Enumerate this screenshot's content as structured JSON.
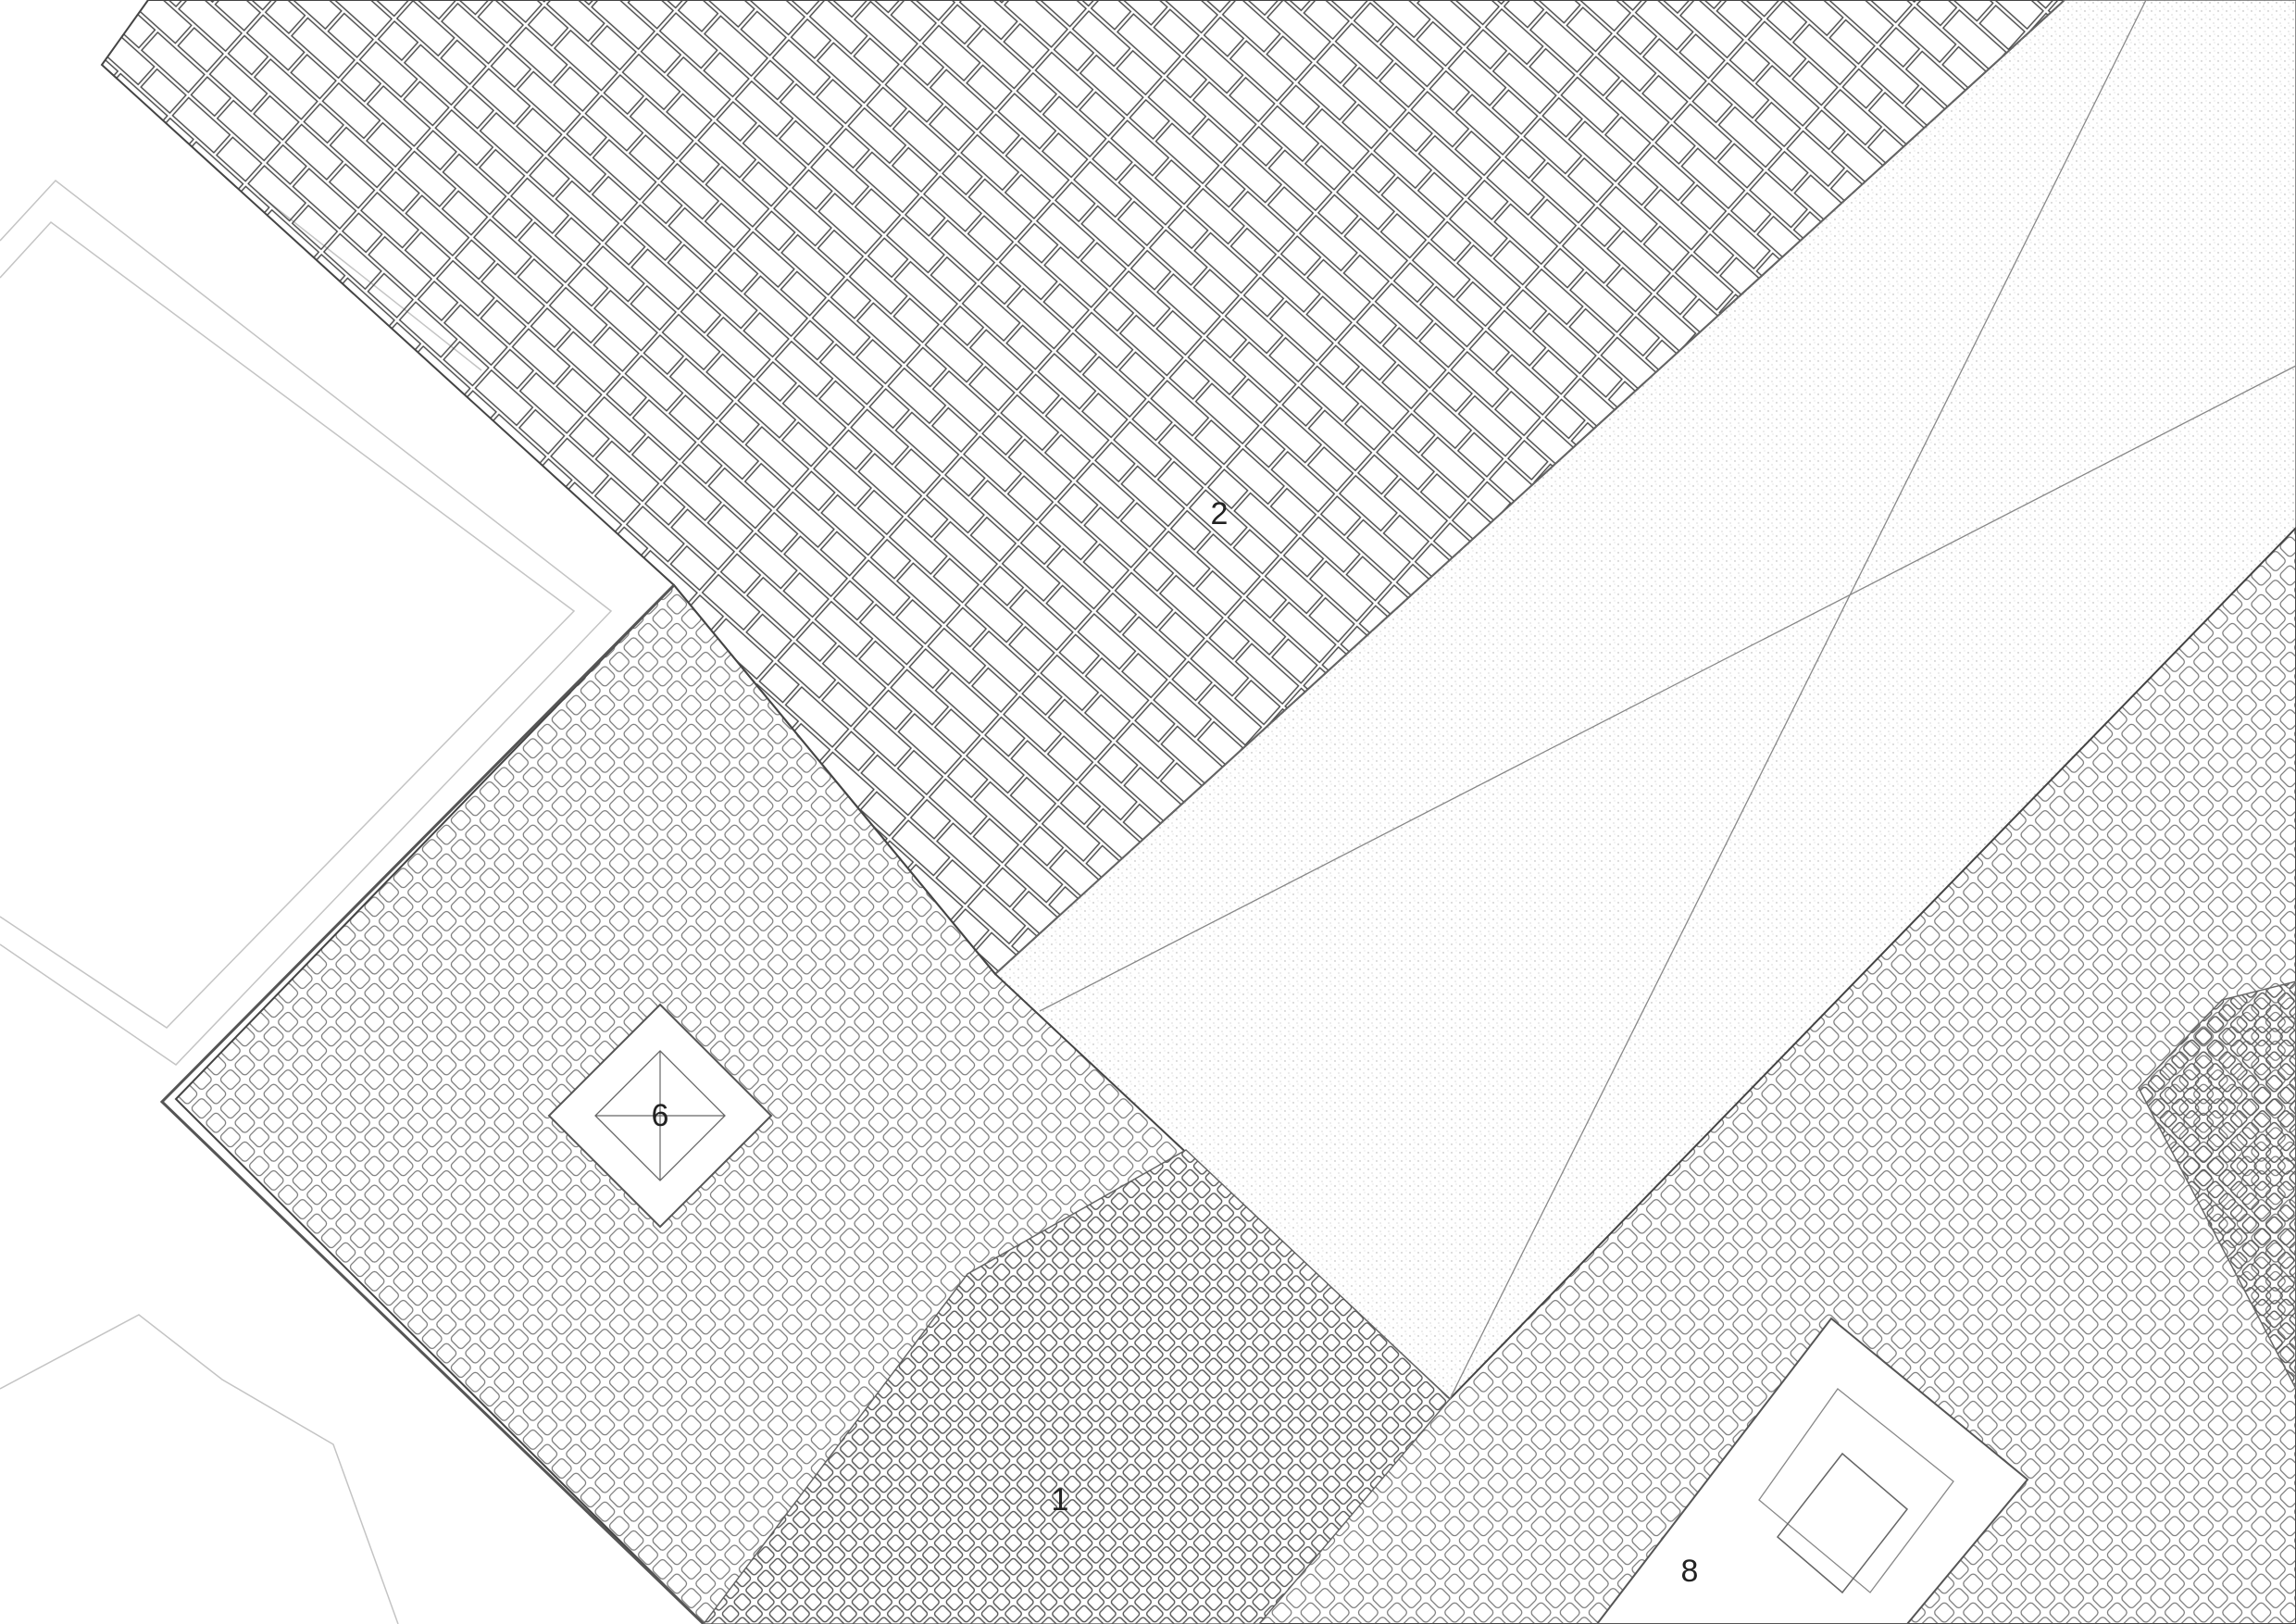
{
  "drawing": {
    "labels": {
      "area_1": "1",
      "area_2": "2",
      "area_6": "6",
      "area_8": "8"
    },
    "colors": {
      "line": "#555555",
      "faint_line": "#bbbbbb",
      "stipple": "#9a9a9a",
      "background": "#ffffff"
    }
  }
}
